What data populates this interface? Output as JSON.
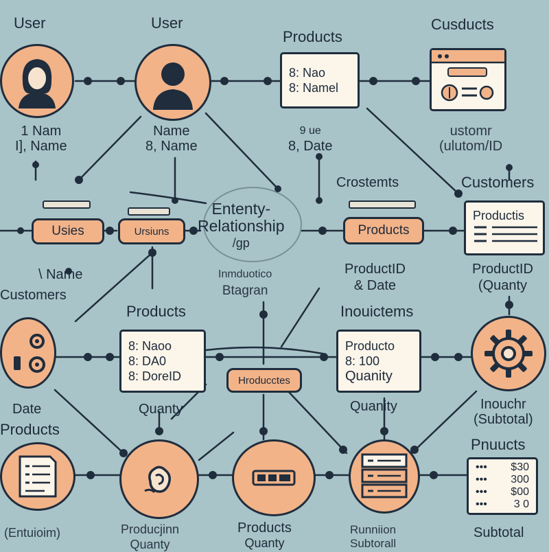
{
  "colors": {
    "background": "#a9c4c8",
    "node_fill": "#f2b389",
    "card_fill": "#fbf5ea",
    "stroke": "#1f2d3d"
  },
  "labels": {
    "user_left": "User",
    "user_mid": "User",
    "products_top": "Products",
    "cusducts": "Cusducts",
    "name_left_1": "1 Nam",
    "name_left_2": "I], Name",
    "name_mid_1": "Name",
    "name_mid_2": "8, Name",
    "date_mid_1": "9 ue",
    "date_mid_2": "8, Date",
    "customer_id_1": "ustomr",
    "customer_id_2": "(ulutom/ID",
    "crostemts": "Crostemts",
    "customers_right": "Customers",
    "center_title_1": "Ententy-",
    "center_title_2": "Relationship",
    "center_title_3": "/gp",
    "center_sub_1": "Inmduotico",
    "center_sub_2": "Btagran",
    "name_left_3": "\\ Name",
    "customers_left": "Customers",
    "productid_date_1": "ProductID",
    "productid_date_2": "& Date",
    "productid_qty_1": "ProductID",
    "productid_qty_2": "(Quanty",
    "products_row3": "Products",
    "inouictems": "Inouictems",
    "date_left": "Date",
    "products_left_row4": "Products",
    "quanty_mid": "Quanty",
    "quanity_right": "Quanity",
    "inouchr_1": "Inouchr",
    "inouchr_2": "(Subtotal)",
    "pnuucts": "Pnuucts",
    "bottom_1": "(Entuioim)",
    "bottom_2a": "Producjinn",
    "bottom_2b": "Quanty",
    "bottom_3a": "Products",
    "bottom_3b": "Quanty",
    "bottom_4a": "Runniion",
    "bottom_4b": "Subtorall",
    "bottom_5": "Subtotal"
  },
  "pills": {
    "usies": "Usies",
    "ursiuns": "Ursiuns",
    "products": "Products",
    "hroducctes": "Hroducctes"
  },
  "cards": {
    "top_products": [
      "8: Nao",
      "8: Namel"
    ],
    "right_products": {
      "title": "Productis",
      "rows": []
    },
    "row3_products": [
      "8: Naoo",
      "8: DA0",
      "8: DoreID"
    ],
    "row3_inouictems": [
      "Producto",
      "8: 100",
      "Quanity"
    ],
    "table_rows": [
      {
        "c1": "•••",
        "c2": "$30"
      },
      {
        "c1": "•••",
        "c2": "300"
      },
      {
        "c1": "•••",
        "c2": "$00"
      },
      {
        "c1": "•••",
        "c2": "3 0"
      }
    ]
  },
  "icons": {
    "user_female": "user-female-icon",
    "user_male": "user-male-icon",
    "browser": "browser-window-icon",
    "nodes": "node-cluster-icon",
    "gear": "gear-icon",
    "list": "list-icon",
    "hand": "hand-icon",
    "ticket": "ticket-icon",
    "stack": "stacked-list-icon",
    "table": "table-icon"
  }
}
